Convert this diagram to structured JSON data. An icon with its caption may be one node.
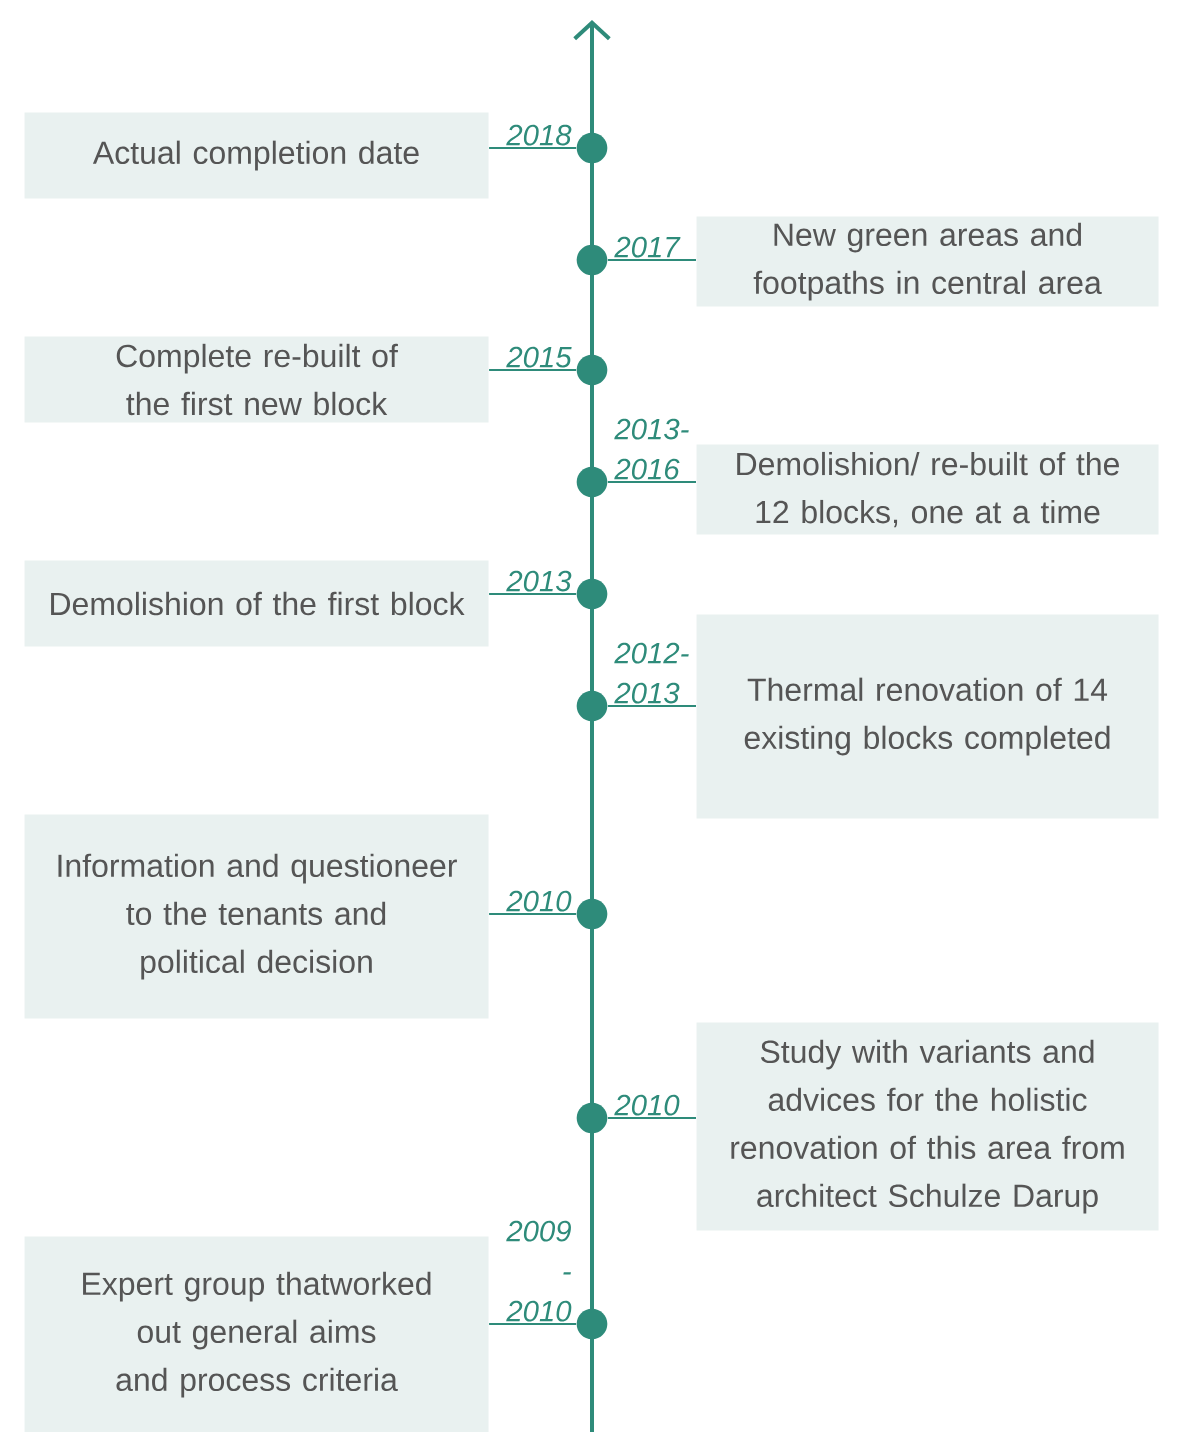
{
  "diagram": {
    "nodes": [
      {
        "text": [
          "Actual completion date"
        ]
      },
      {
        "text": [
          "New green areas and footpaths in central area"
        ]
      },
      {
        "text": [
          "Complete re-built of the first new block"
        ]
      },
      {
        "text": [
          "Demolishion/ re-built of the 12 blocks, one at a time"
        ]
      },
      {
        "text": [
          "Demolishion of the first block"
        ]
      },
      {
        "text": [
          "Thermal renovation of 14 existing blocks completed"
        ]
      },
      {
        "text": [
          "Information and questioneer to the tenants and political decision"
        ]
      },
      {
        "text": [
          "Study with variants and advices for the holistic renovation of this area from architect Schulze Darup"
        ]
      },
      {
        "text": [
          "Expert group thatworked out general aims and process criteria"
        ]
      },
      {
        "text": [],
        "shape": "circle"
      },
      {
        "text": [],
        "shape": "circle"
      },
      {
        "text": [],
        "shape": "circle"
      },
      {
        "text": [],
        "shape": "circle"
      },
      {
        "text": [],
        "shape": "circle"
      },
      {
        "text": [],
        "shape": "circle"
      },
      {
        "text": [],
        "shape": "circle"
      },
      {
        "text": [],
        "shape": "circle"
      },
      {
        "text": [],
        "shape": "circle"
      }
    ],
    "edges": [
      {
        "from": 0,
        "to": 9,
        "arrow": "none",
        "label": "2018"
      },
      {
        "from": 1,
        "to": 10,
        "arrow": "none",
        "label": "2017"
      },
      {
        "from": 2,
        "to": 11,
        "arrow": "none",
        "label": "2015"
      },
      {
        "from": 3,
        "to": 12,
        "arrow": "none",
        "label": "2013- 2016"
      },
      {
        "from": 4,
        "to": 13,
        "arrow": "none",
        "label": "2013"
      },
      {
        "from": 5,
        "to": 14,
        "arrow": "none",
        "label": "2012- 2013"
      },
      {
        "from": 6,
        "to": 15,
        "arrow": "none",
        "label": "2010"
      },
      {
        "from": 7,
        "to": 16,
        "arrow": "none",
        "label": "2010"
      },
      {
        "from": 8,
        "to": 17,
        "arrow": "none",
        "label": "2009 - 2010"
      }
    ]
  }
}
